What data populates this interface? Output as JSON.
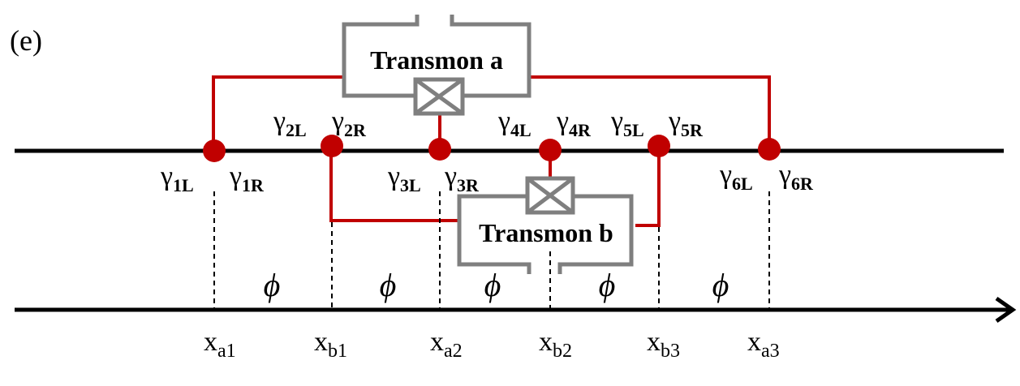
{
  "panel_label": "(e)",
  "transmon_a": {
    "label": "Transmon a"
  },
  "transmon_b": {
    "label": "Transmon b"
  },
  "majoranas": [
    {
      "base": "γ",
      "sub": "1L"
    },
    {
      "base": "γ",
      "sub": "1R"
    },
    {
      "base": "γ",
      "sub": "2L"
    },
    {
      "base": "γ",
      "sub": "2R"
    },
    {
      "base": "γ",
      "sub": "3L"
    },
    {
      "base": "γ",
      "sub": "3R"
    },
    {
      "base": "γ",
      "sub": "4L"
    },
    {
      "base": "γ",
      "sub": "4R"
    },
    {
      "base": "γ",
      "sub": "5L"
    },
    {
      "base": "γ",
      "sub": "5R"
    },
    {
      "base": "γ",
      "sub": "6L"
    },
    {
      "base": "γ",
      "sub": "6R"
    }
  ],
  "positions": [
    {
      "base": "x",
      "sub": "a1"
    },
    {
      "base": "x",
      "sub": "b1"
    },
    {
      "base": "x",
      "sub": "a2"
    },
    {
      "base": "x",
      "sub": "b2"
    },
    {
      "base": "x",
      "sub": "b3"
    },
    {
      "base": "x",
      "sub": "a3"
    }
  ],
  "phase_symbol": "ϕ",
  "colors": {
    "wire": "#c00000",
    "transmon": "#7f7f7f",
    "line": "#000000",
    "node": "#c00000"
  }
}
